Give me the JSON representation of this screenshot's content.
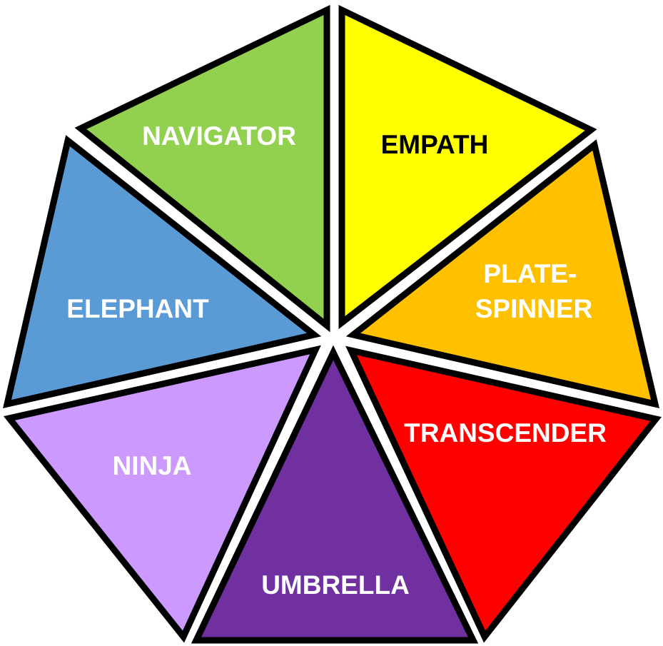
{
  "segments": [
    {
      "id": "navigator",
      "lines": [
        "NAVIGATOR"
      ],
      "fill": "#92D050",
      "text_color": "#FFFFFF"
    },
    {
      "id": "empath",
      "lines": [
        "EMPATH"
      ],
      "fill": "#FFFF00",
      "text_color": "#000000"
    },
    {
      "id": "plate-spinner",
      "lines": [
        "PLATE-",
        "SPINNER"
      ],
      "fill": "#FFC000",
      "text_color": "#FFFFFF"
    },
    {
      "id": "transcender",
      "lines": [
        "TRANSCENDER"
      ],
      "fill": "#FF0000",
      "text_color": "#FFFFFF"
    },
    {
      "id": "umbrella",
      "lines": [
        "UMBRELLA"
      ],
      "fill": "#7030A0",
      "text_color": "#FFFFFF"
    },
    {
      "id": "ninja",
      "lines": [
        "NINJA"
      ],
      "fill": "#CC99FF",
      "text_color": "#FFFFFF"
    },
    {
      "id": "elephant",
      "lines": [
        "ELEPHANT"
      ],
      "fill": "#5B9BD5",
      "text_color": "#FFFFFF"
    }
  ]
}
